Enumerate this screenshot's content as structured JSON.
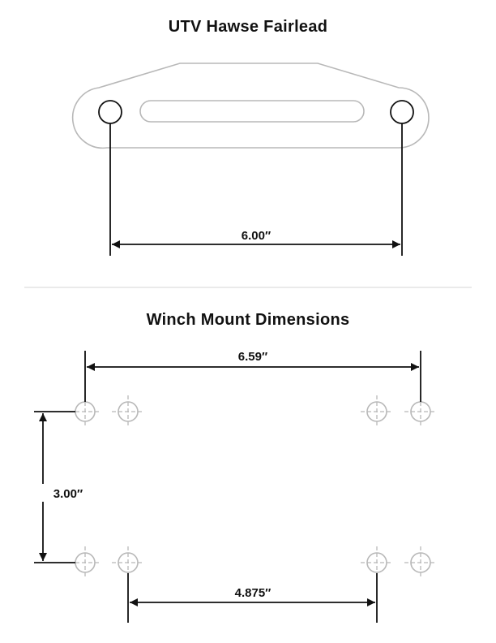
{
  "fairlead": {
    "title": "UTV Hawse Fairlead",
    "dimension": "6.00″"
  },
  "winch_mount": {
    "title": "Winch Mount Dimensions",
    "dimension_top": "6.59″",
    "dimension_side": "3.00″",
    "dimension_bottom": "4.875″"
  },
  "colors": {
    "outline": "#b8b8b8",
    "line": "#111111",
    "divider": "#dddddd"
  }
}
